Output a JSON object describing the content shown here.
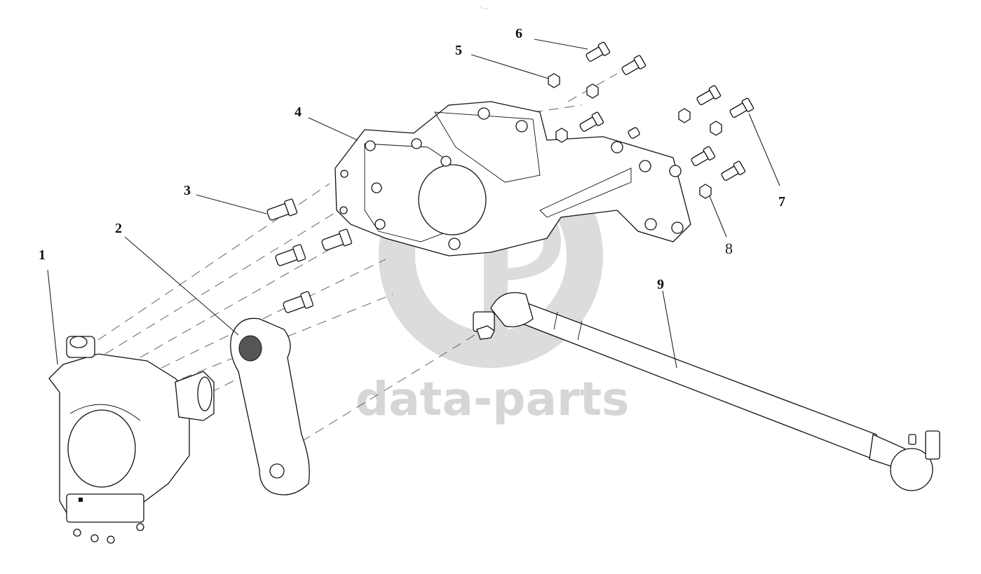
{
  "diagram": {
    "callouts": [
      {
        "id": "1",
        "label": "1"
      },
      {
        "id": "2",
        "label": "2"
      },
      {
        "id": "3",
        "label": "3"
      },
      {
        "id": "4",
        "label": "4"
      },
      {
        "id": "5",
        "label": "5"
      },
      {
        "id": "6",
        "label": "6"
      },
      {
        "id": "7",
        "label": "7"
      },
      {
        "id": "8",
        "label": "8"
      },
      {
        "id": "9",
        "label": "9"
      }
    ],
    "watermark": {
      "text": "data-parts",
      "color": "#d6d6d6"
    },
    "top_mark": "⁰ₐ ₒₒₒ",
    "colors": {
      "line": "#111111",
      "background": "#ffffff"
    }
  }
}
